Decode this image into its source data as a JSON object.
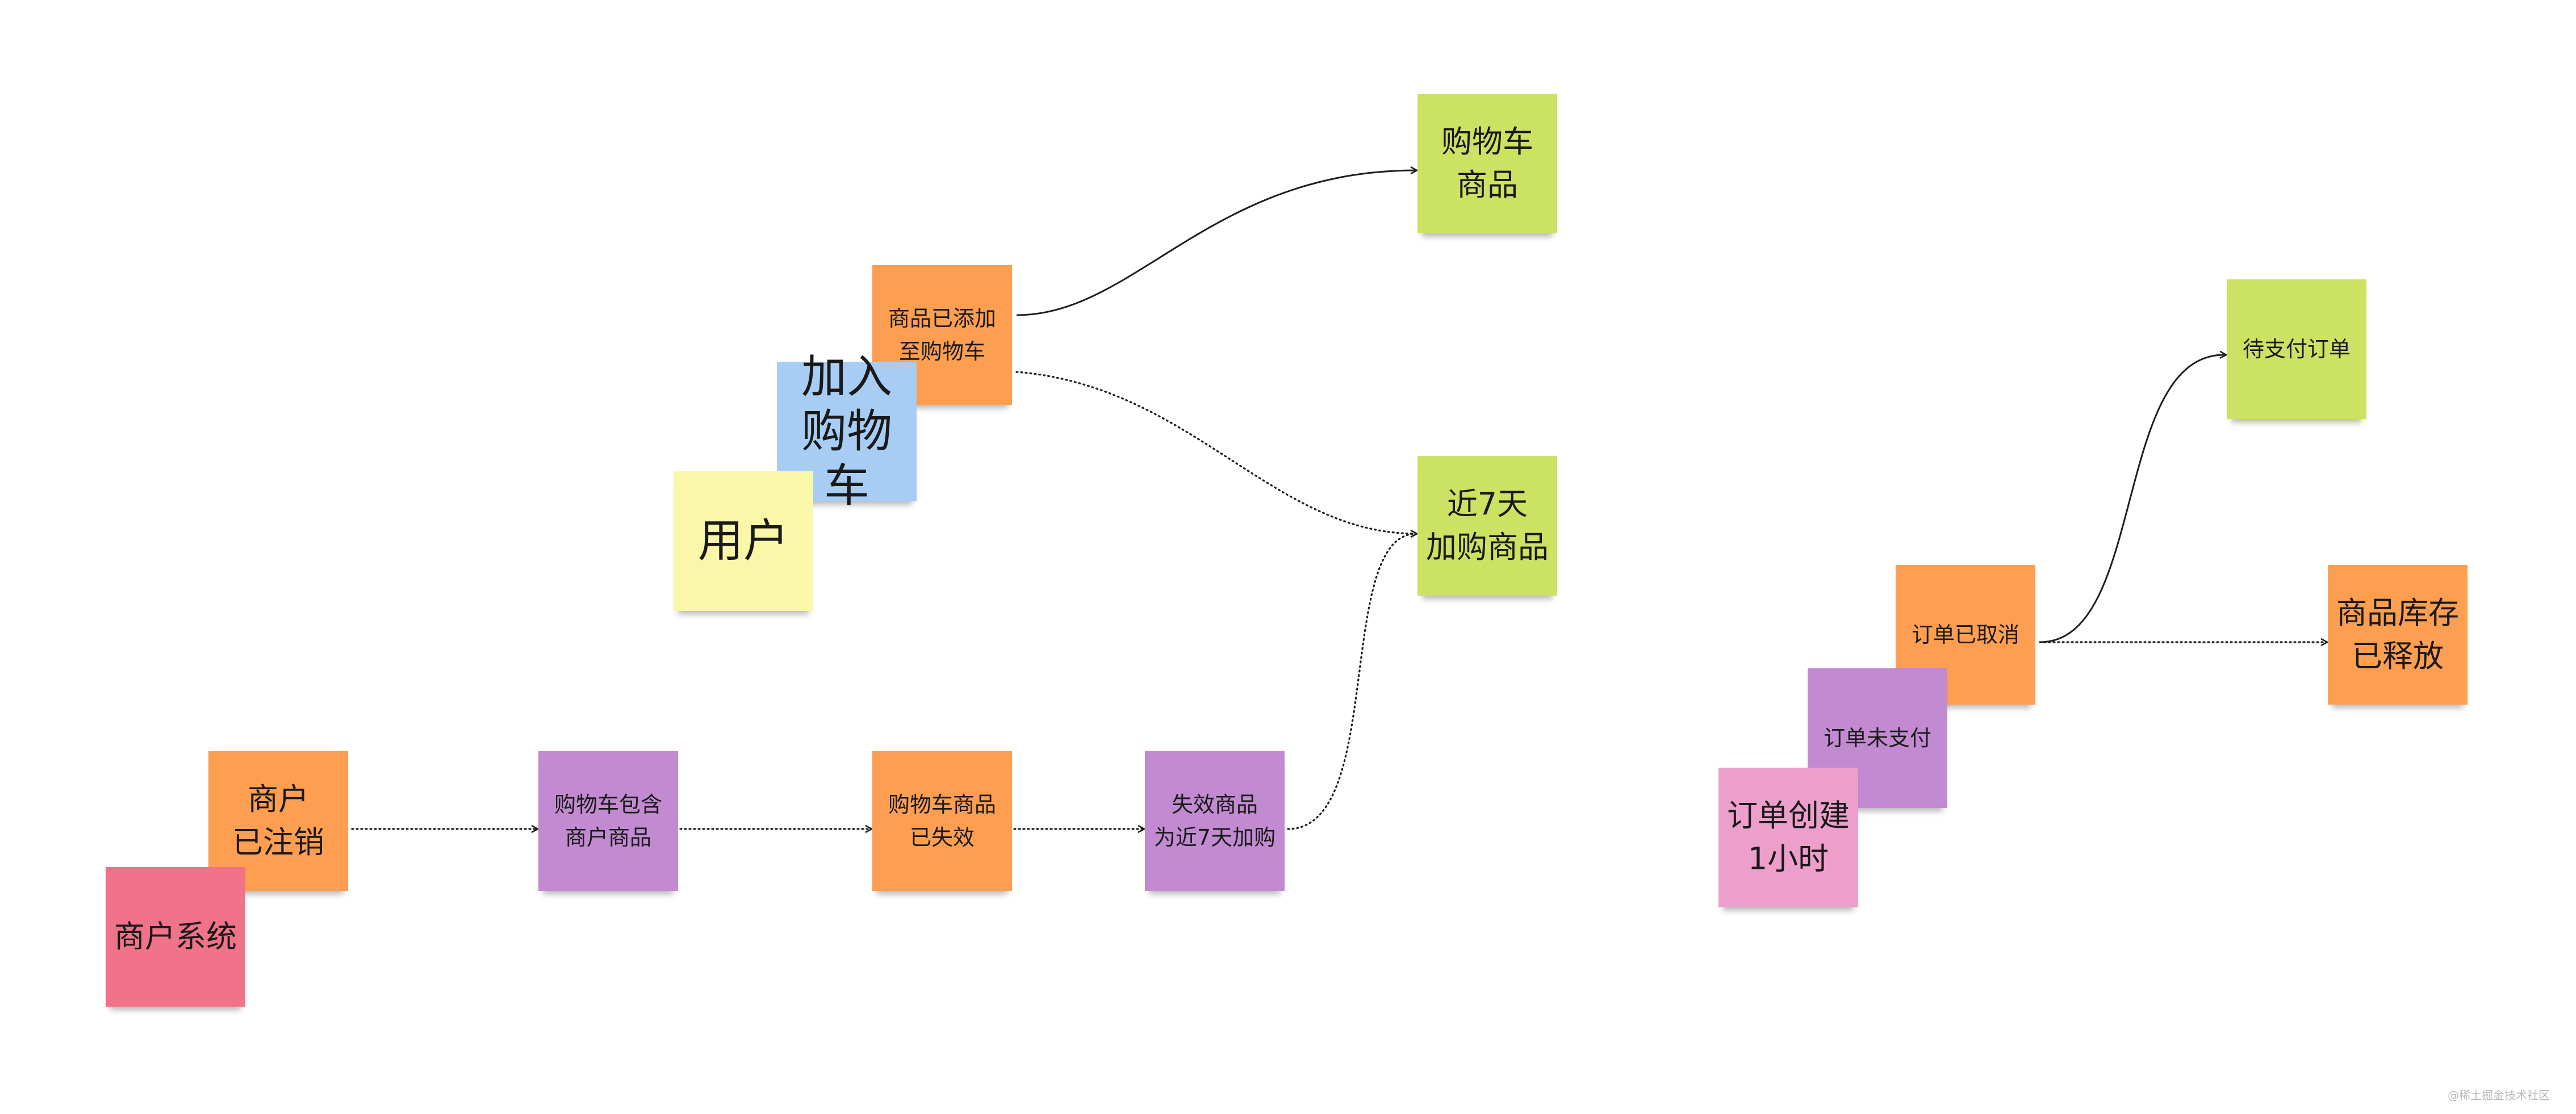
{
  "colors": {
    "orange": "#fd9e51",
    "purple": "#c28ad0",
    "green": "#cce263",
    "blue": "#a8cdf5",
    "yellow": "#fbf7a8",
    "red": "#f07389",
    "pink": "#ed9fcb",
    "line": "#1f1f1f"
  },
  "notes": [
    {
      "id": "shangpin_tianjia",
      "text": "商品已添加\n至购物车",
      "color": "orange"
    },
    {
      "id": "jiaru",
      "text": "加入\n购物车",
      "color": "blue"
    },
    {
      "id": "yonghu",
      "text": "用户",
      "color": "yellow"
    },
    {
      "id": "gwc_shangpin",
      "text": "购物车\n商品",
      "color": "green"
    },
    {
      "id": "jin7tian",
      "text": "近7天\n加购商品",
      "color": "green"
    },
    {
      "id": "shanghu_zhuxiao",
      "text": "商户\n已注销",
      "color": "orange"
    },
    {
      "id": "shanghu_xitong",
      "text": "商户系统",
      "color": "red"
    },
    {
      "id": "gwc_baohan",
      "text": "购物车包含\n商户商品",
      "color": "purple"
    },
    {
      "id": "gwc_shixiao",
      "text": "购物车商品\n已失效",
      "color": "orange"
    },
    {
      "id": "shixiao_wei",
      "text": "失效商品\n为近7天加购",
      "color": "purple"
    },
    {
      "id": "dingdan_quxiao",
      "text": "订单已取消",
      "color": "orange"
    },
    {
      "id": "dingdan_weizhifu",
      "text": "订单未支付",
      "color": "purple"
    },
    {
      "id": "dingdan_chuangjian",
      "text": "订单创建\n1小时",
      "color": "pink"
    },
    {
      "id": "daizhifu",
      "text": "待支付订单",
      "color": "green"
    },
    {
      "id": "kucun_shifang",
      "text": "商品库存\n已释放",
      "color": "orange"
    }
  ],
  "connectors": [
    {
      "from": "shangpin_tianjia",
      "to": "gwc_shangpin",
      "style": "solid"
    },
    {
      "from": "shangpin_tianjia",
      "to": "jin7tian",
      "style": "dotted"
    },
    {
      "from": "shanghu_zhuxiao",
      "to": "gwc_baohan",
      "style": "dotted"
    },
    {
      "from": "gwc_baohan",
      "to": "gwc_shixiao",
      "style": "dotted"
    },
    {
      "from": "gwc_shixiao",
      "to": "shixiao_wei",
      "style": "dotted"
    },
    {
      "from": "shixiao_wei",
      "to": "jin7tian",
      "style": "dotted"
    },
    {
      "from": "dingdan_quxiao",
      "to": "daizhifu",
      "style": "solid"
    },
    {
      "from": "dingdan_quxiao",
      "to": "kucun_shifang",
      "style": "dotted"
    }
  ],
  "watermark": "@稀土掘金技术社区"
}
